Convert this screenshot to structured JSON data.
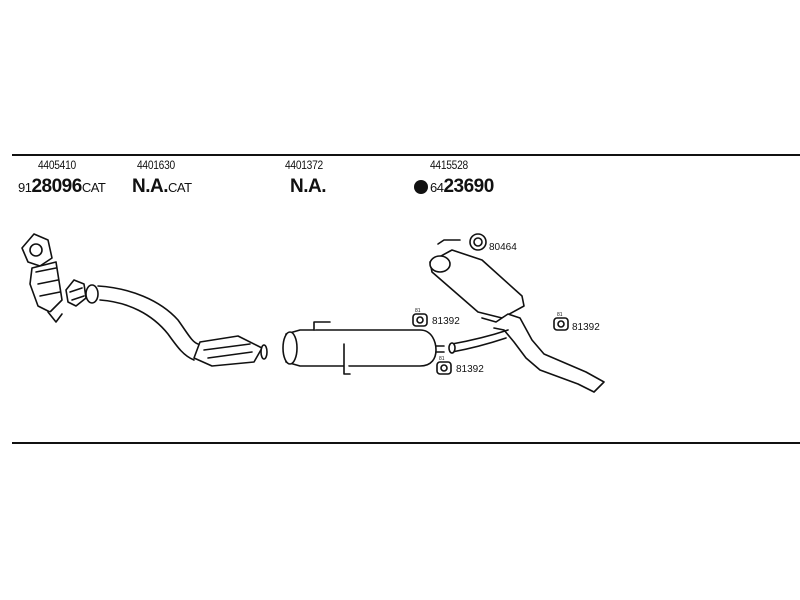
{
  "parts": [
    {
      "part_number": "4405410",
      "code_prefix": "91",
      "code_main": "28096",
      "code_suffix": "CAT",
      "marker": ""
    },
    {
      "part_number": "4401630",
      "code_prefix": "",
      "code_main": "N.A.",
      "code_suffix": "CAT",
      "marker": ""
    },
    {
      "part_number": "4401372",
      "code_prefix": "",
      "code_main": "N.A.",
      "code_suffix": "",
      "marker": ""
    },
    {
      "part_number": "4415528",
      "code_prefix": "64",
      "code_main": "23690",
      "code_suffix": "",
      "marker": "filled-circle"
    }
  ],
  "clamps": [
    {
      "code": "80464",
      "badge": ""
    },
    {
      "code": "81392",
      "badge": "81"
    },
    {
      "code": "81392",
      "badge": "81"
    },
    {
      "code": "81392",
      "badge": "81"
    }
  ],
  "colors": {
    "line": "#111111",
    "background": "#ffffff"
  }
}
